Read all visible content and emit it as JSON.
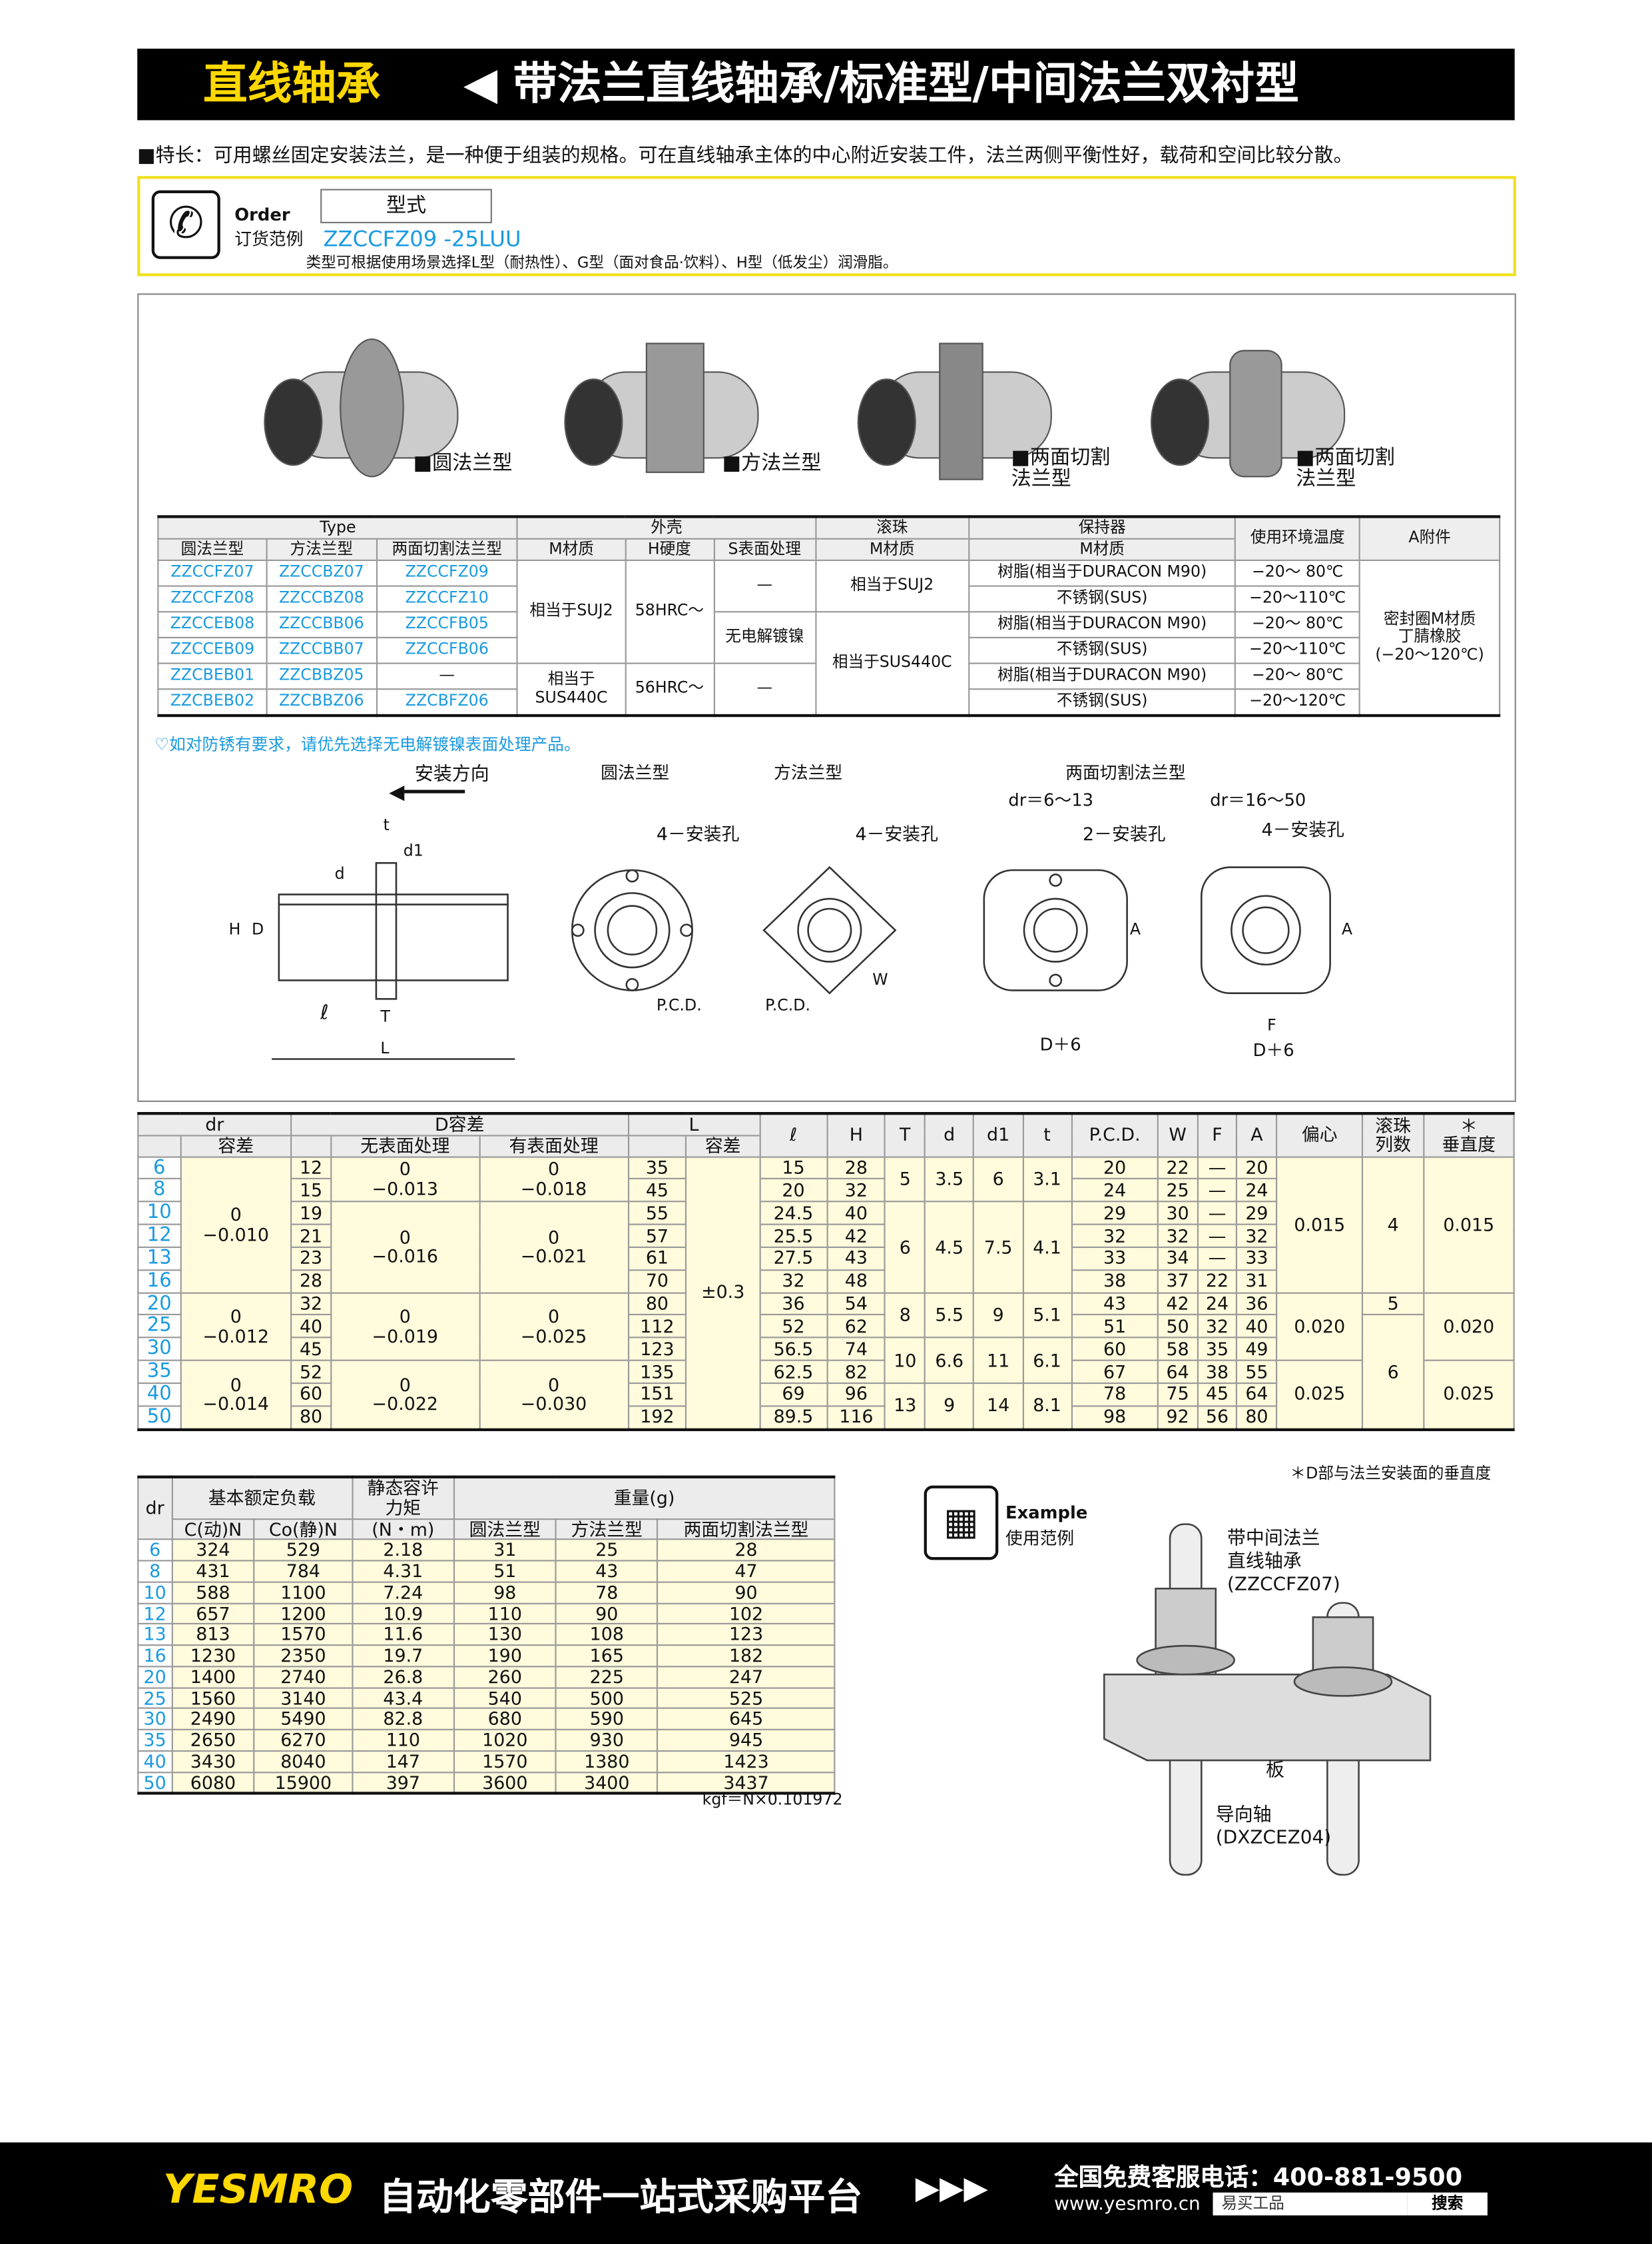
{
  "header": {
    "category": "直线轴承",
    "title": "◀ 带法兰直线轴承/标准型/中间法兰双衬型"
  },
  "feature": "■特长：可用螺丝固定安装法兰，是一种便于组装的规格。可在直线轴承主体的中心附近安装工件，法兰两侧平衡性好，载荷和空间比较分散。",
  "order": {
    "label_en": "Order",
    "label_cn": "订货范例",
    "type_header": "型式",
    "example": "ZZCCFZ09 -25LUU",
    "note": "类型可根据使用场景选择L型（耐热性）、G型（面对食品·饮料）、H型（低发尘）润滑脂。"
  },
  "products": [
    "■圆法兰型",
    "■方法兰型",
    "■两面切割\n法兰型",
    "■两面切割\n法兰型"
  ],
  "spec": {
    "head": [
      [
        {
          "t": "Type",
          "cs": 3
        },
        {
          "t": "外壳",
          "cs": 3
        },
        {
          "t": "滚珠"
        },
        {
          "t": "保持器"
        },
        {
          "t": "使用环境温度",
          "rs": 2
        },
        {
          "t": "A附件",
          "rs": 2
        }
      ],
      [
        {
          "t": "圆法兰型"
        },
        {
          "t": "方法兰型"
        },
        {
          "t": "两面切割法兰型"
        },
        {
          "t": "M材质"
        },
        {
          "t": "H硬度"
        },
        {
          "t": "S表面处理"
        },
        {
          "t": "M材质"
        },
        {
          "t": "M材质"
        }
      ]
    ],
    "body": [
      [
        {
          "t": "ZZCCFZ07",
          "b": 1
        },
        {
          "t": "ZZCCBZ07",
          "b": 1
        },
        {
          "t": "ZZCCFZ09",
          "b": 1
        },
        {
          "t": "相当于SUJ2",
          "rs": 4
        },
        {
          "t": "58HRC～",
          "rs": 4
        },
        {
          "t": "—",
          "rs": 2
        },
        {
          "t": "相当于SUJ2",
          "rs": 2
        },
        {
          "t": "树脂(相当于DURACON M90)"
        },
        {
          "t": "−20～ 80℃"
        },
        {
          "t": "密封圈M材质\n丁腈橡胶\n(−20～120℃)",
          "rs": 6
        }
      ],
      [
        {
          "t": "ZZCCFZ08",
          "b": 1
        },
        {
          "t": "ZZCCBZ08",
          "b": 1
        },
        {
          "t": "ZZCCFZ10",
          "b": 1
        },
        {
          "t": "不锈钢(SUS)"
        },
        {
          "t": "−20～110℃"
        }
      ],
      [
        {
          "t": "ZZCCEB08",
          "b": 1
        },
        {
          "t": "ZZCCBB06",
          "b": 1
        },
        {
          "t": "ZZCCFB05",
          "b": 1
        },
        {
          "t": "无电解镀镍",
          "rs": 2
        },
        {
          "t": "相当于SUS440C",
          "rs": 4
        },
        {
          "t": "树脂(相当于DURACON M90)"
        },
        {
          "t": "−20～ 80℃"
        }
      ],
      [
        {
          "t": "ZZCCEB09",
          "b": 1
        },
        {
          "t": "ZZCCBB07",
          "b": 1
        },
        {
          "t": "ZZCCFB06",
          "b": 1
        },
        {
          "t": "不锈钢(SUS)"
        },
        {
          "t": "−20～110℃"
        }
      ],
      [
        {
          "t": "ZZCBEB01",
          "b": 1
        },
        {
          "t": "ZZCBBZ05",
          "b": 1
        },
        {
          "t": "—"
        },
        {
          "t": "相当于\nSUS440C",
          "rs": 2
        },
        {
          "t": "56HRC～",
          "rs": 2
        },
        {
          "t": "—",
          "rs": 2
        },
        {
          "t": "树脂(相当于DURACON M90)"
        },
        {
          "t": "−20～ 80℃"
        }
      ],
      [
        {
          "t": "ZZCBEB02",
          "b": 1
        },
        {
          "t": "ZZCBBZ06",
          "b": 1
        },
        {
          "t": "ZZCBFZ06",
          "b": 1
        },
        {
          "t": "不锈钢(SUS)"
        },
        {
          "t": "−20～120℃"
        }
      ]
    ]
  },
  "spec_note": "♡如对防锈有要求，请优先选择无电解镀镍表面处理产品。",
  "drawing": {
    "direction": "安装方向",
    "round": "圆法兰型",
    "square": "方法兰型",
    "cut": "两面切割法兰型",
    "dr1": "dr＝6～13",
    "dr2": "dr＝16～50",
    "holes4": "4－安装孔",
    "holes2": "2－安装孔",
    "pcd": "P.C.D.",
    "w": "W",
    "a": "A",
    "f": "F",
    "d6": "D＋6",
    "l": "L",
    "ell": "ℓ",
    "tt": "T",
    "t": "t",
    "d": "d",
    "d1": "d1",
    "h": "H",
    "dd": "D"
  },
  "dim": {
    "head": [
      [
        {
          "t": "dr",
          "cs": 2
        },
        {
          "t": "D容差",
          "cs": 3
        },
        {
          "t": "L",
          "cs": 2
        },
        {
          "t": "ℓ",
          "rs": 2
        },
        {
          "t": "H",
          "rs": 2
        },
        {
          "t": "T",
          "rs": 2
        },
        {
          "t": "d",
          "rs": 2
        },
        {
          "t": "d1",
          "rs": 2
        },
        {
          "t": "t",
          "rs": 2
        },
        {
          "t": "P.C.D.",
          "rs": 2
        },
        {
          "t": "W",
          "rs": 2
        },
        {
          "t": "F",
          "rs": 2
        },
        {
          "t": "A",
          "rs": 2
        },
        {
          "t": "偏心",
          "rs": 2
        },
        {
          "t": "滚珠\n列数",
          "rs": 2
        },
        {
          "t": "＊\n垂直度",
          "rs": 2
        }
      ],
      [
        {
          "t": ""
        },
        {
          "t": "容差"
        },
        {
          "t": ""
        },
        {
          "t": "无表面处理"
        },
        {
          "t": "有表面处理"
        },
        {
          "t": ""
        },
        {
          "t": "容差"
        }
      ]
    ],
    "body": [
      [
        {
          "t": "6",
          "b": 1
        },
        {
          "t": "0\n−0.010",
          "rs": 6
        },
        {
          "t": "12"
        },
        {
          "t": "0\n−0.013",
          "rs": 2
        },
        {
          "t": "0\n−0.018",
          "rs": 2
        },
        {
          "t": "35"
        },
        {
          "t": "±0.3",
          "rs": 12
        },
        {
          "t": "15"
        },
        {
          "t": "28"
        },
        {
          "t": "5",
          "rs": 2
        },
        {
          "t": "3.5",
          "rs": 2
        },
        {
          "t": "6",
          "rs": 2
        },
        {
          "t": "3.1",
          "rs": 2
        },
        {
          "t": "20"
        },
        {
          "t": "22"
        },
        {
          "t": "—"
        },
        {
          "t": "20"
        },
        {
          "t": "0.015",
          "rs": 6
        },
        {
          "t": "4",
          "rs": 6
        },
        {
          "t": "0.015",
          "rs": 6
        }
      ],
      [
        {
          "t": "8",
          "b": 1
        },
        {
          "t": "15"
        },
        {
          "t": "45"
        },
        {
          "t": "20"
        },
        {
          "t": "32"
        },
        {
          "t": "24"
        },
        {
          "t": "25"
        },
        {
          "t": "—"
        },
        {
          "t": "24"
        }
      ],
      [
        {
          "t": "10",
          "b": 1
        },
        {
          "t": "19"
        },
        {
          "t": "0\n−0.016",
          "rs": 4
        },
        {
          "t": "0\n−0.021",
          "rs": 4
        },
        {
          "t": "55"
        },
        {
          "t": "24.5"
        },
        {
          "t": "40"
        },
        {
          "t": "6",
          "rs": 4
        },
        {
          "t": "4.5",
          "rs": 4
        },
        {
          "t": "7.5",
          "rs": 4
        },
        {
          "t": "4.1",
          "rs": 4
        },
        {
          "t": "29"
        },
        {
          "t": "30"
        },
        {
          "t": "—"
        },
        {
          "t": "29"
        }
      ],
      [
        {
          "t": "12",
          "b": 1
        },
        {
          "t": "21"
        },
        {
          "t": "57"
        },
        {
          "t": "25.5"
        },
        {
          "t": "42"
        },
        {
          "t": "32"
        },
        {
          "t": "32"
        },
        {
          "t": "—"
        },
        {
          "t": "32"
        }
      ],
      [
        {
          "t": "13",
          "b": 1
        },
        {
          "t": "23"
        },
        {
          "t": "61"
        },
        {
          "t": "27.5"
        },
        {
          "t": "43"
        },
        {
          "t": "33"
        },
        {
          "t": "34"
        },
        {
          "t": "—"
        },
        {
          "t": "33"
        }
      ],
      [
        {
          "t": "16",
          "b": 1
        },
        {
          "t": "28"
        },
        {
          "t": "70"
        },
        {
          "t": "32"
        },
        {
          "t": "48"
        },
        {
          "t": "38"
        },
        {
          "t": "37"
        },
        {
          "t": "22"
        },
        {
          "t": "31"
        }
      ],
      [
        {
          "t": "20",
          "b": 1
        },
        {
          "t": "0\n−0.012",
          "rs": 3
        },
        {
          "t": "32"
        },
        {
          "t": "0\n−0.019",
          "rs": 3
        },
        {
          "t": "0\n−0.025",
          "rs": 3
        },
        {
          "t": "80"
        },
        {
          "t": "36"
        },
        {
          "t": "54"
        },
        {
          "t": "8",
          "rs": 2
        },
        {
          "t": "5.5",
          "rs": 2
        },
        {
          "t": "9",
          "rs": 2
        },
        {
          "t": "5.1",
          "rs": 2
        },
        {
          "t": "43"
        },
        {
          "t": "42"
        },
        {
          "t": "24"
        },
        {
          "t": "36"
        },
        {
          "t": "0.020",
          "rs": 3
        },
        {
          "t": "5"
        },
        {
          "t": "0.020",
          "rs": 3
        }
      ],
      [
        {
          "t": "25",
          "b": 1
        },
        {
          "t": "40"
        },
        {
          "t": "112"
        },
        {
          "t": "52"
        },
        {
          "t": "62"
        },
        {
          "t": "51"
        },
        {
          "t": "50"
        },
        {
          "t": "32"
        },
        {
          "t": "40"
        },
        {
          "t": "6",
          "rs": 5
        }
      ],
      [
        {
          "t": "30",
          "b": 1
        },
        {
          "t": "45"
        },
        {
          "t": "123"
        },
        {
          "t": "56.5"
        },
        {
          "t": "74"
        },
        {
          "t": "10",
          "rs": 2
        },
        {
          "t": "6.6",
          "rs": 2
        },
        {
          "t": "11",
          "rs": 2
        },
        {
          "t": "6.1",
          "rs": 2
        },
        {
          "t": "60"
        },
        {
          "t": "58"
        },
        {
          "t": "35"
        },
        {
          "t": "49"
        }
      ],
      [
        {
          "t": "35",
          "b": 1
        },
        {
          "t": "0\n−0.014",
          "rs": 3
        },
        {
          "t": "52"
        },
        {
          "t": "0\n−0.022",
          "rs": 3
        },
        {
          "t": "0\n−0.030",
          "rs": 3
        },
        {
          "t": "135"
        },
        {
          "t": "62.5"
        },
        {
          "t": "82"
        },
        {
          "t": "67"
        },
        {
          "t": "64"
        },
        {
          "t": "38"
        },
        {
          "t": "55"
        },
        {
          "t": "0.025",
          "rs": 3
        },
        {
          "t": "0.025",
          "rs": 3
        }
      ],
      [
        {
          "t": "40",
          "b": 1
        },
        {
          "t": "60"
        },
        {
          "t": "151"
        },
        {
          "t": "69"
        },
        {
          "t": "96"
        },
        {
          "t": "13",
          "rs": 2
        },
        {
          "t": "9",
          "rs": 2
        },
        {
          "t": "14",
          "rs": 2
        },
        {
          "t": "8.1",
          "rs": 2
        },
        {
          "t": "78"
        },
        {
          "t": "75"
        },
        {
          "t": "45"
        },
        {
          "t": "64"
        }
      ],
      [
        {
          "t": "50",
          "b": 1
        },
        {
          "t": "80"
        },
        {
          "t": "192"
        },
        {
          "t": "89.5"
        },
        {
          "t": "116"
        },
        {
          "t": "98"
        },
        {
          "t": "92"
        },
        {
          "t": "56"
        },
        {
          "t": "80"
        }
      ]
    ]
  },
  "dim_note": "＊D部与法兰安装面的垂直度",
  "load": {
    "head": [
      [
        {
          "t": "dr",
          "rs": 2
        },
        {
          "t": "基本额定负载",
          "cs": 2
        },
        {
          "t": "静态容许\n力矩"
        },
        {
          "t": "重量(g)",
          "cs": 3
        }
      ],
      [
        {
          "t": "C(动)N"
        },
        {
          "t": "Co(静)N"
        },
        {
          "t": "(N・m)"
        },
        {
          "t": "圆法兰型"
        },
        {
          "t": "方法兰型"
        },
        {
          "t": "两面切割法兰型"
        }
      ]
    ],
    "rows": [
      [
        "6",
        "324",
        "529",
        "2.18",
        "31",
        "25",
        "28"
      ],
      [
        "8",
        "431",
        "784",
        "4.31",
        "51",
        "43",
        "47"
      ],
      [
        "10",
        "588",
        "1100",
        "7.24",
        "98",
        "78",
        "90"
      ],
      [
        "12",
        "657",
        "1200",
        "10.9",
        "110",
        "90",
        "102"
      ],
      [
        "13",
        "813",
        "1570",
        "11.6",
        "130",
        "108",
        "123"
      ],
      [
        "16",
        "1230",
        "2350",
        "19.7",
        "190",
        "165",
        "182"
      ],
      [
        "20",
        "1400",
        "2740",
        "26.8",
        "260",
        "225",
        "247"
      ],
      [
        "25",
        "1560",
        "3140",
        "43.4",
        "540",
        "500",
        "525"
      ],
      [
        "30",
        "2490",
        "5490",
        "82.8",
        "680",
        "590",
        "645"
      ],
      [
        "35",
        "2650",
        "6270",
        "110",
        "1020",
        "930",
        "945"
      ],
      [
        "40",
        "3430",
        "8040",
        "147",
        "1570",
        "1380",
        "1423"
      ],
      [
        "50",
        "6080",
        "15900",
        "397",
        "3600",
        "3400",
        "3437"
      ]
    ]
  },
  "load_note": "kgf＝N×0.101972",
  "example": {
    "label_en": "Example",
    "label_cn": "使用范例",
    "bearing": "带中间法兰\n直线轴承\n(ZZCCFZ07)",
    "plate": "板",
    "shaft": "导向轴\n(DXZCEZ04)"
  },
  "footer": {
    "brand": "YESMRO",
    "slogan": "自动化零部件一站式采购平台",
    "arrows": "▶▶▶",
    "hotline": "全国免费客服电话：400-881-9500",
    "url": "www.yesmro.cn",
    "search_placeholder": "易买工品",
    "search_button": "搜索"
  }
}
